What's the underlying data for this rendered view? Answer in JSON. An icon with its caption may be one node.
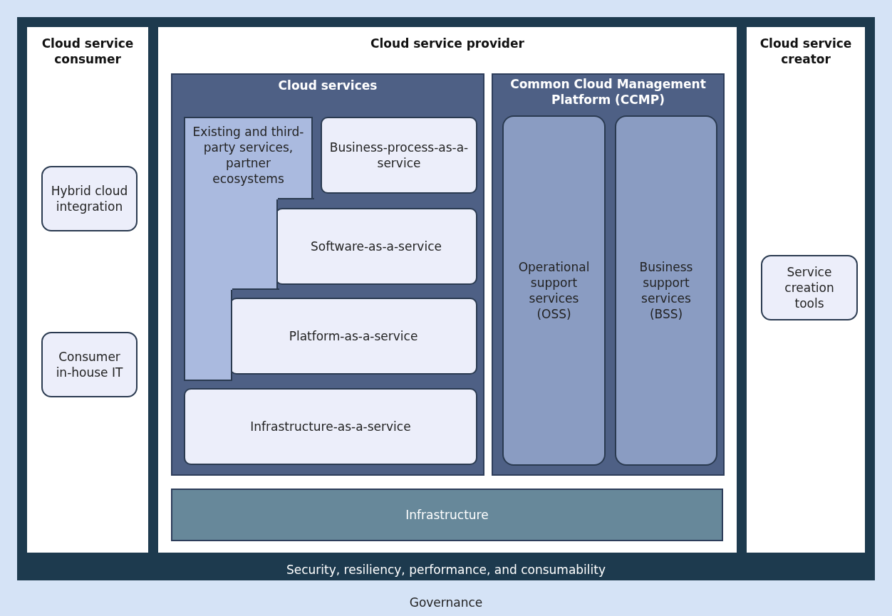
{
  "diagram": {
    "nodes": [
      {
        "text": [
          "Governance"
        ]
      },
      {
        "text": [
          "Security, resiliency, performance, and consumability"
        ],
        "in": 0
      },
      {
        "text": [
          "Cloud service consumer"
        ],
        "in": 1
      },
      {
        "text": [
          "Hybrid cloud integration"
        ],
        "in": 2
      },
      {
        "text": [
          "Consumer in-house IT"
        ],
        "in": 2
      },
      {
        "text": [
          "Cloud service provider"
        ],
        "in": 1
      },
      {
        "text": [
          "Cloud services"
        ],
        "in": 5
      },
      {
        "text": [
          "Existing and third-party services, partner ecosystems"
        ],
        "in": 6
      },
      {
        "text": [
          "Business-process-as-a-service"
        ],
        "in": 6
      },
      {
        "text": [
          "Software-as-a-service"
        ],
        "in": 6
      },
      {
        "text": [
          "Platform-as-a-service"
        ],
        "in": 6
      },
      {
        "text": [
          "Infrastructure-as-a-service"
        ],
        "in": 6
      },
      {
        "text": [
          "Common Cloud Management Platform (CCMP)"
        ],
        "in": 5
      },
      {
        "text": [
          "Operational support services (OSS)"
        ],
        "in": 12
      },
      {
        "text": [
          "Business support services (BSS)"
        ],
        "in": 12
      },
      {
        "text": [
          "Infrastructure"
        ],
        "in": 5
      },
      {
        "text": [
          "Cloud service creator"
        ],
        "in": 1
      },
      {
        "text": [
          "Service creation tools"
        ],
        "in": 16
      }
    ]
  }
}
